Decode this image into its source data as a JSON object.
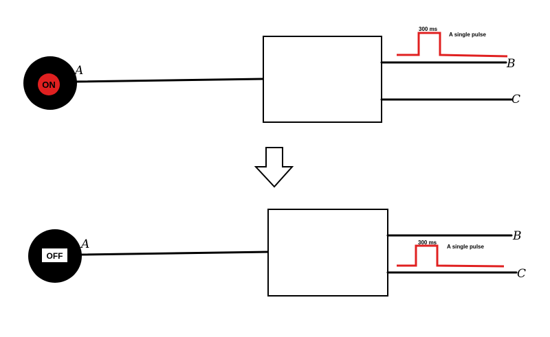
{
  "top": {
    "switch_label": "ON",
    "input_label": "A",
    "output_b_label": "B",
    "output_c_label": "C",
    "pulse_duration": "300 ms",
    "pulse_caption": "A single pulse"
  },
  "bottom": {
    "switch_label": "OFF",
    "input_label": "A",
    "output_b_label": "B",
    "output_c_label": "C",
    "pulse_duration": "300 ms",
    "pulse_caption": "A single pulse"
  },
  "colors": {
    "on_button_face": "#e02020",
    "pulse": "#e02020",
    "wire": "#000000",
    "switch_body": "#000000"
  },
  "transition_icon": "down-arrow-icon"
}
